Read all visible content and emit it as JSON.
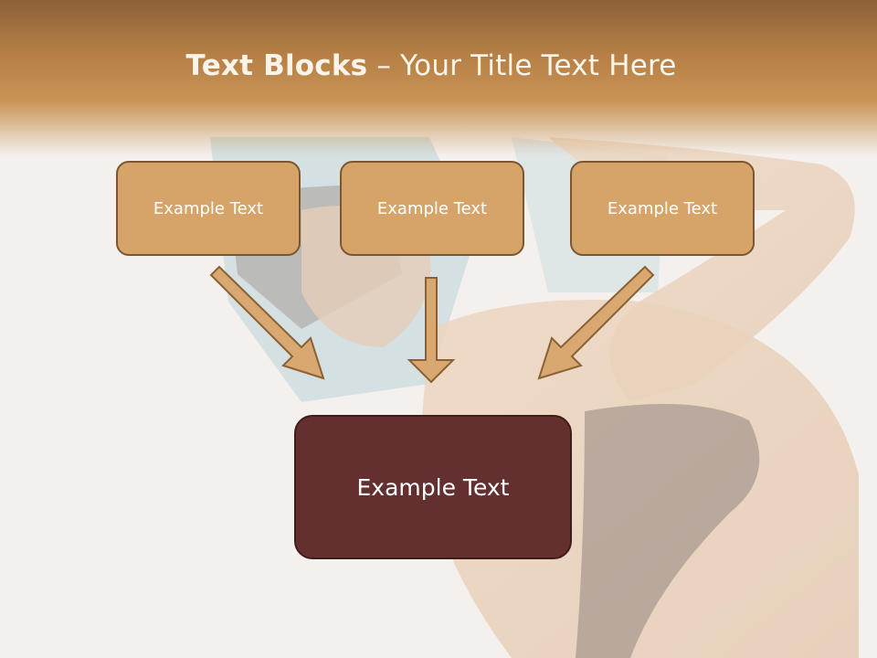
{
  "slide": {
    "title_bold": "Text Blocks",
    "title_dash": " – ",
    "title_rest": "Your Title Text Here"
  },
  "blocks": [
    {
      "label": "Example Text"
    },
    {
      "label": "Example Text"
    },
    {
      "label": "Example Text"
    }
  ],
  "target": {
    "label": "Example Text"
  },
  "colors": {
    "header": "#b57f45",
    "block_fill": "#d6a468",
    "block_border": "#7a5731",
    "target_fill": "#642f2f",
    "arrow_fill": "#d8a870"
  },
  "icons": [
    "arrow-down-right-icon",
    "arrow-down-icon",
    "arrow-down-left-icon"
  ]
}
